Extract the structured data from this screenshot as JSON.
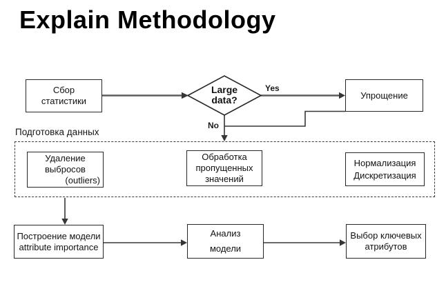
{
  "title": "Explain Methodology",
  "colors": {
    "background": "#ffffff",
    "box_border": "#262626",
    "line": "#363636",
    "line_primary": "#5c5c5c",
    "text": "#111111"
  },
  "group": {
    "label": "Подготовка данных"
  },
  "edge_labels": {
    "yes": "Yes",
    "no": "No"
  },
  "nodes": {
    "collect": {
      "lines": [
        "Сбор",
        "статистики"
      ]
    },
    "decision": {
      "lines": [
        "Large",
        "data?"
      ]
    },
    "simplify": {
      "lines": [
        "Упрощение"
      ]
    },
    "outliers": {
      "lines": [
        "Удаление",
        "выбросов",
        "(outliers)"
      ]
    },
    "missing": {
      "lines": [
        "Обработка",
        "пропущенных",
        "значений"
      ]
    },
    "normalize": {
      "lines": [
        "Нормализация",
        "Дискретизация"
      ]
    },
    "build_model": {
      "lines": [
        "Построение модели",
        "attribute importance"
      ]
    },
    "analyze": {
      "lines": [
        "Анализ",
        "модели"
      ]
    },
    "select_attrs": {
      "lines": [
        "Выбор ключевых",
        "атрибутов"
      ]
    }
  }
}
